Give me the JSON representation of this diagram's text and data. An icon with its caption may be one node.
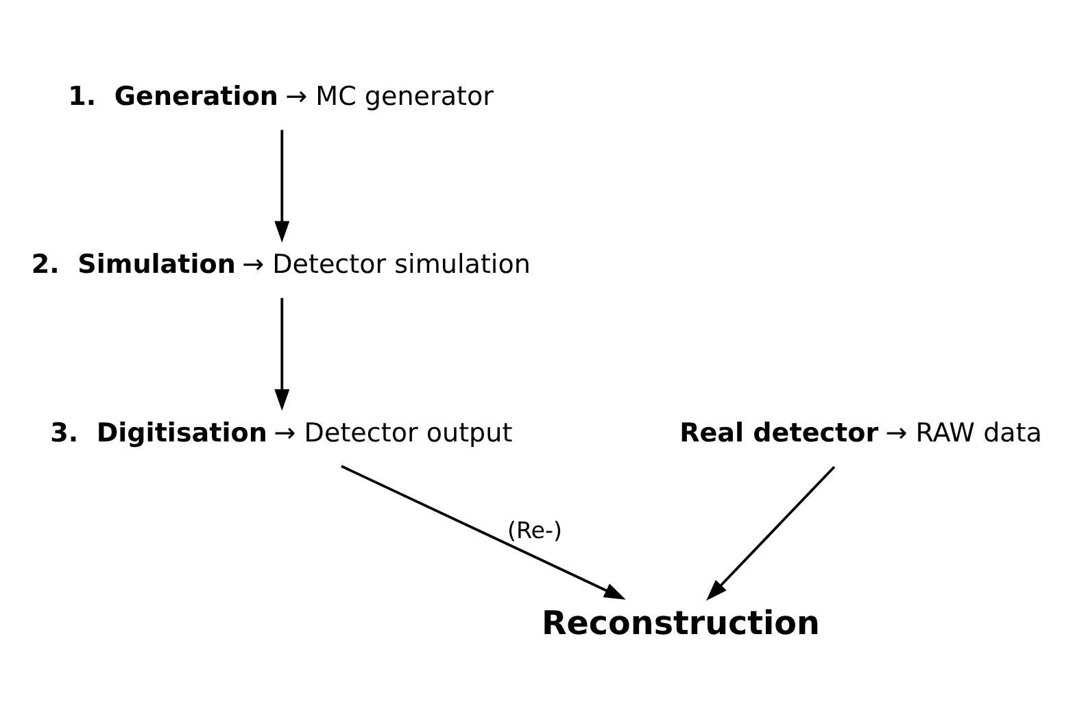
{
  "diagram": {
    "nodes": [
      {
        "text": [
          "**1.  Generation** → MC generator"
        ]
      },
      {
        "text": [
          "**2.  Simulation** → Detector simulation"
        ]
      },
      {
        "text": [
          "**3.  Digitisation** → Detector output"
        ]
      },
      {
        "text": [
          "**Real detector** → RAW data"
        ]
      },
      {
        "text": [
          "Reconstruction"
        ]
      }
    ],
    "edges": [
      {
        "from": 0,
        "to": 1,
        "arrow": "to"
      },
      {
        "from": 1,
        "to": 2,
        "arrow": "to"
      },
      {
        "from": 2,
        "to": 4,
        "arrow": "to",
        "label": "(Re-)"
      },
      {
        "from": 3,
        "to": 4,
        "arrow": "to"
      }
    ]
  }
}
